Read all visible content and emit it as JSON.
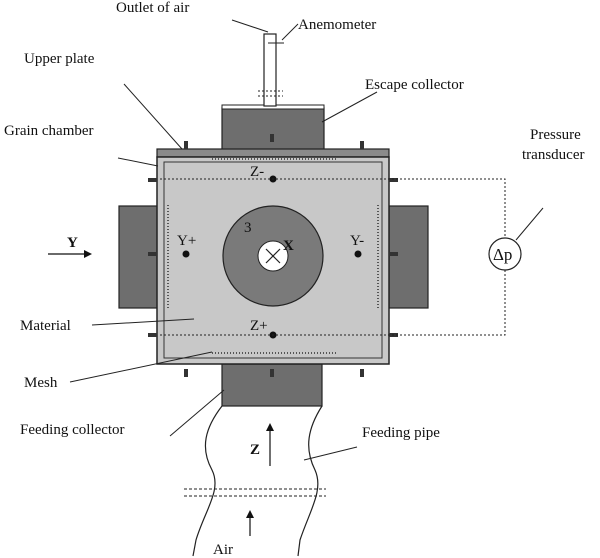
{
  "labels": {
    "outlet": "Outlet of air",
    "anemometer": "Anemometer",
    "upper_plate": "Upper plate",
    "escape_collector": "Escape collector",
    "grain_chamber": "Grain chamber",
    "pressure": "Pressure",
    "transducer": "transducer",
    "material": "Material",
    "mesh": "Mesh",
    "feeding_collector": "Feeding collector",
    "feeding_pipe": "Feeding pipe",
    "air": "Air",
    "z_minus": "Z-",
    "z_plus": "Z+",
    "y_plus": "Y+",
    "y_minus": "Y-",
    "num3": "3",
    "axis_x": "X",
    "axis_y": "Y",
    "axis_z": "Z",
    "delta_p": "Δp"
  },
  "colors": {
    "chamber_fill": "#c8c8c8",
    "collector_fill": "#6e6e6e",
    "plate_fill": "#8a8a8a",
    "disc_fill": "#7a7a7a",
    "stroke": "#222222"
  }
}
